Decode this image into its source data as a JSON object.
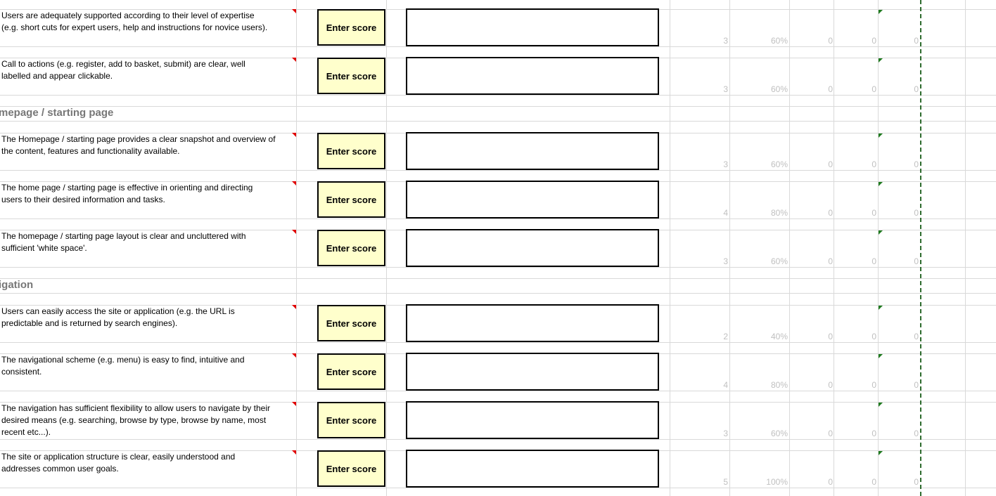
{
  "sections": [
    {
      "id": "homepage",
      "title": "mepage / starting page"
    },
    {
      "id": "navigation",
      "title": "igation"
    }
  ],
  "score_button_label": "Enter score",
  "rows": [
    {
      "text": "Users are adequately supported according to their level of expertise\n(e.g. short cuts for expert users, help and instructions for novice users).",
      "score": "3",
      "pct": "60%",
      "c1": "0",
      "c2": "0",
      "c3": "0"
    },
    {
      "text": "Call to actions (e.g. register, add to basket, submit) are clear, well\nlabelled and appear clickable.",
      "score": "3",
      "pct": "60%",
      "c1": "0",
      "c2": "0",
      "c3": "0"
    },
    {
      "text": "The Homepage / starting page provides a clear snapshot and overview of\nthe content, features and functionality available.",
      "score": "3",
      "pct": "60%",
      "c1": "0",
      "c2": "0",
      "c3": "0"
    },
    {
      "text": "The home page / starting page is effective in orienting and directing\nusers to their desired information and tasks.",
      "score": "4",
      "pct": "80%",
      "c1": "0",
      "c2": "0",
      "c3": "0"
    },
    {
      "text": "The homepage / starting page layout is clear and uncluttered with\nsufficient 'white space'.",
      "score": "3",
      "pct": "60%",
      "c1": "0",
      "c2": "0",
      "c3": "0"
    },
    {
      "text": "Users can easily access the site or application (e.g. the URL is\npredictable and is returned by search engines).",
      "score": "2",
      "pct": "40%",
      "c1": "0",
      "c2": "0",
      "c3": "0"
    },
    {
      "text": "The navigational scheme (e.g. menu) is easy to find, intuitive and\nconsistent.",
      "score": "4",
      "pct": "80%",
      "c1": "0",
      "c2": "0",
      "c3": "0"
    },
    {
      "text": "The navigation has sufficient flexibility to allow users to navigate by their\ndesired means (e.g. searching, browse by type, browse by name, most\nrecent etc...).",
      "score": "3",
      "pct": "60%",
      "c1": "0",
      "c2": "0",
      "c3": "0"
    },
    {
      "text": "The site or application structure is clear, easily understood and\naddresses common user goals.",
      "score": "5",
      "pct": "100%",
      "c1": "0",
      "c2": "0",
      "c3": "0"
    }
  ]
}
